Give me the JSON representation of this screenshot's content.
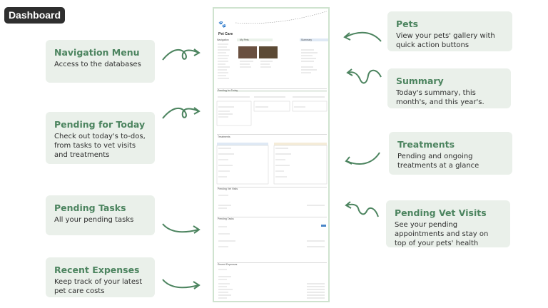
{
  "badge": "Dashboard",
  "left_cards": [
    {
      "title": "Navigation Menu",
      "desc": "Access to the databases"
    },
    {
      "title": "Pending for Today",
      "desc": "Check out today's to-dos, from tasks to vet visits and treatments"
    },
    {
      "title": "Pending Tasks",
      "desc": "All your pending tasks"
    },
    {
      "title": "Recent Expenses",
      "desc": "Keep track of your latest pet care costs"
    }
  ],
  "right_cards": [
    {
      "title": "Pets",
      "desc": "View your pets' gallery with quick action buttons"
    },
    {
      "title": "Summary",
      "desc": "Today's summary, this month's, and this year's."
    },
    {
      "title": "Treatments",
      "desc": "Pending and ongoing treatments at a glance"
    },
    {
      "title": "Pending Vet Visits",
      "desc": "See your pending appointments and stay on top of your pets' health"
    }
  ],
  "page": {
    "title": "Pet Care",
    "sections": [
      "Navigation",
      "My Pets",
      "Summary",
      "Pending for Today",
      "Treatments",
      "Pending Vet Visits",
      "Pending Tasks",
      "Recent Expenses"
    ]
  },
  "colors": {
    "accent": "#4c845f",
    "card_bg": "#eaf0ea",
    "badge_bg": "#2f2f2f"
  }
}
